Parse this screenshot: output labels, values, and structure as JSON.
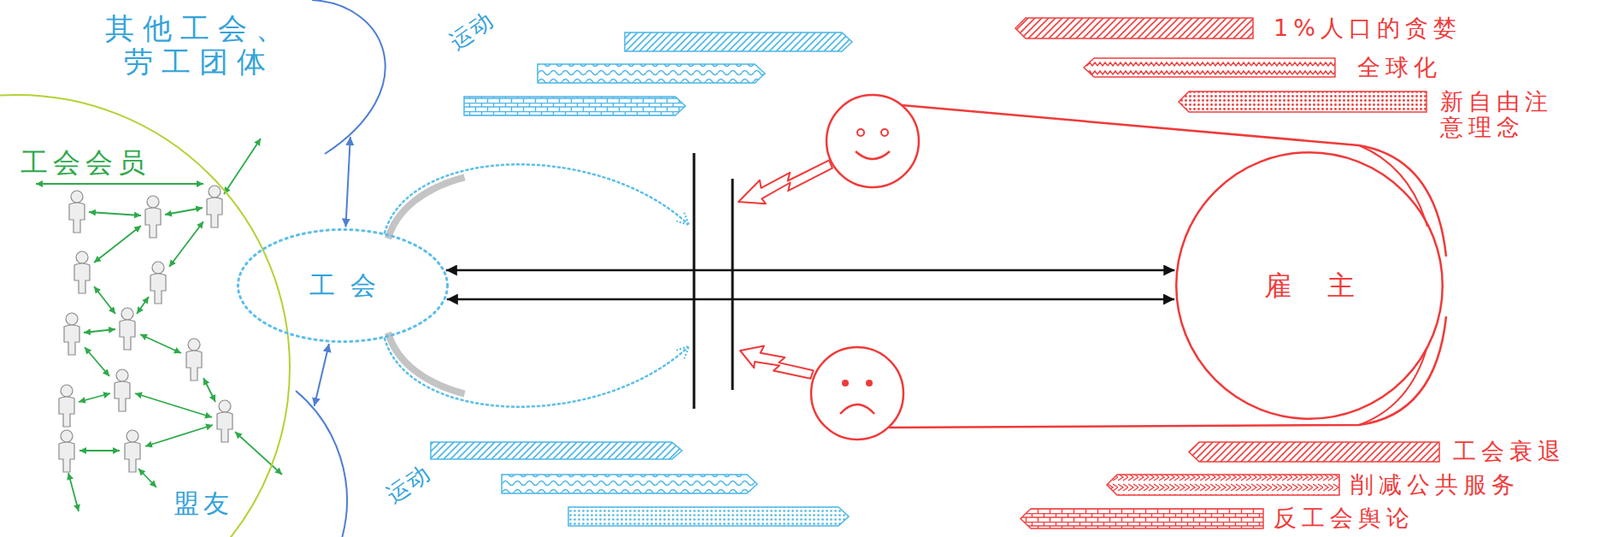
{
  "diagram": {
    "nodes": [
      {
        "text": [
          "其他工会、 劳工团体"
        ]
      },
      {
        "text": [
          "工会会员"
        ]
      },
      {
        "text": [
          "盟友"
        ]
      },
      {
        "text": [
          "工会"
        ]
      },
      {
        "text": [
          "雇 主"
        ]
      }
    ],
    "edges": [
      {
        "from": 3,
        "to": 0,
        "arrow": "both"
      },
      {
        "from": 3,
        "to": 2,
        "arrow": "both"
      },
      {
        "from": 3,
        "to": 4,
        "arrow": "both"
      },
      {
        "from": 3,
        "to": 4,
        "arrow": "both"
      }
    ],
    "labels": [
      "运动",
      "1%人口的贪婪",
      "全球化",
      "新自由注 意理念",
      "运动",
      "工会衰退",
      "削减公共服务",
      "反工会舆论"
    ]
  }
}
